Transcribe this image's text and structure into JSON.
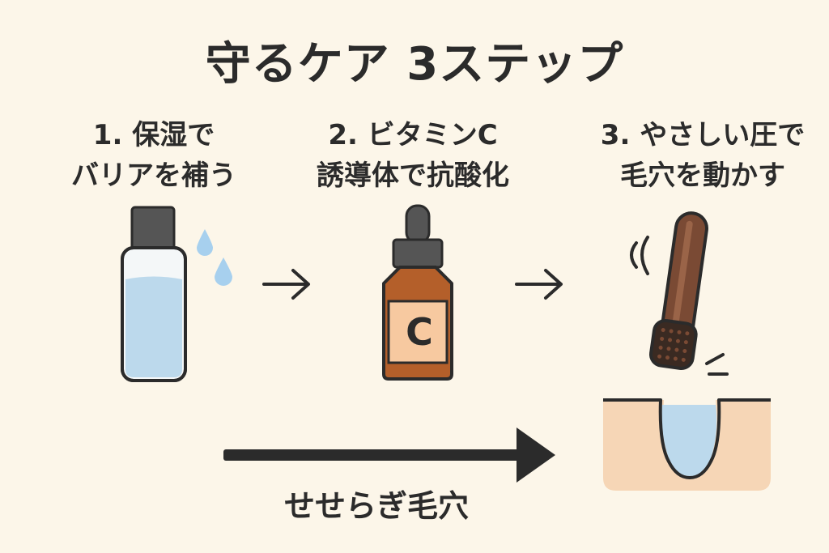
{
  "title": "守るケア 3ステップ",
  "steps": [
    {
      "line1": "1. 保湿で",
      "line2": "バリアを補う"
    },
    {
      "line1": "2. ビタミンC",
      "line2": "誘導体で抗酸化"
    },
    {
      "line1": "3. やさしい圧で",
      "line2": "毛穴を動かす"
    }
  ],
  "serum_letter": "C",
  "caption": "せせらぎ毛穴",
  "colors": {
    "background": "#fcf6e9",
    "text": "#2b2b2b",
    "water": "#bcd9ec",
    "drop": "#a7d0ee",
    "serum": "#b45f2a",
    "serum_label": "#f7c9a0",
    "brush": "#7a4a34",
    "skin": "#f6d6b6"
  },
  "icons": [
    "bottle-icon",
    "water-drop-icon",
    "arrow-right-icon",
    "serum-dropper-icon",
    "brush-icon",
    "vibration-icon",
    "pore-icon"
  ]
}
